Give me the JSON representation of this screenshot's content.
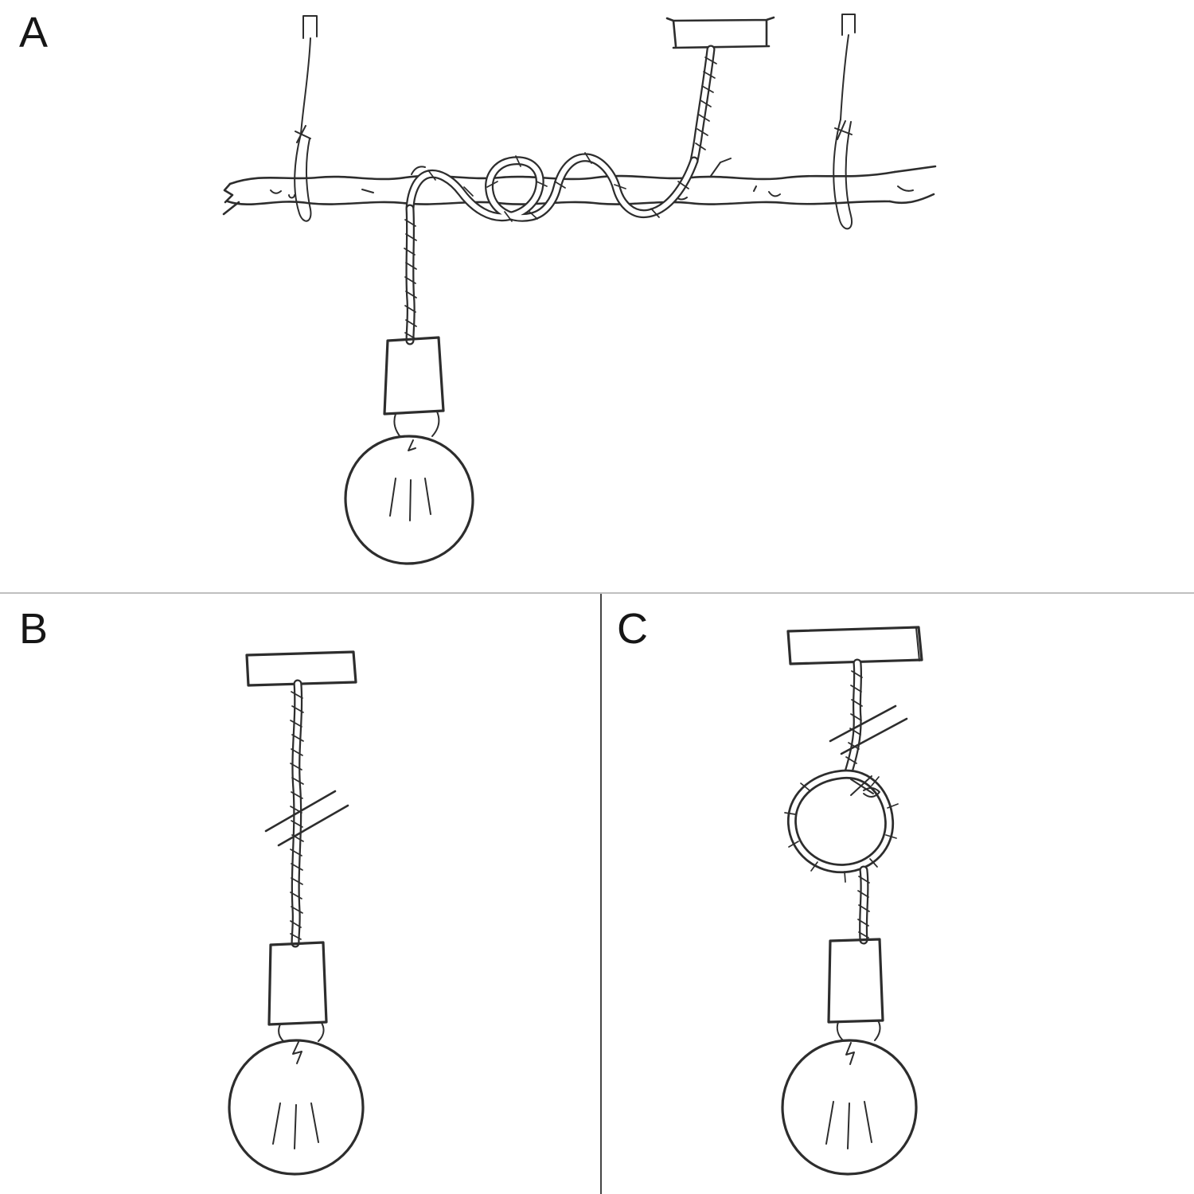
{
  "panels": [
    {
      "id": "A",
      "label": "A"
    },
    {
      "id": "B",
      "label": "B"
    },
    {
      "id": "C",
      "label": "C"
    }
  ],
  "colors": {
    "background": "#ffffff",
    "ink": "#2d2d2d",
    "label_text": "#161616",
    "divider_horizontal": "#bfbfbf",
    "divider_vertical": "#454545"
  },
  "sketch_parts": {
    "panel_a": [
      "ceiling-hook",
      "suspension-cord",
      "ceiling-bracket",
      "rope-cord",
      "tree-branch",
      "rope-wrap",
      "lamp-holder",
      "light-bulb"
    ],
    "panel_b": [
      "ceiling-rose",
      "rope-cord",
      "length-break-mark",
      "lamp-holder",
      "light-bulb"
    ],
    "panel_c": [
      "ceiling-rose",
      "rope-cord",
      "length-break-mark",
      "rope-knot",
      "lamp-holder",
      "light-bulb"
    ]
  }
}
